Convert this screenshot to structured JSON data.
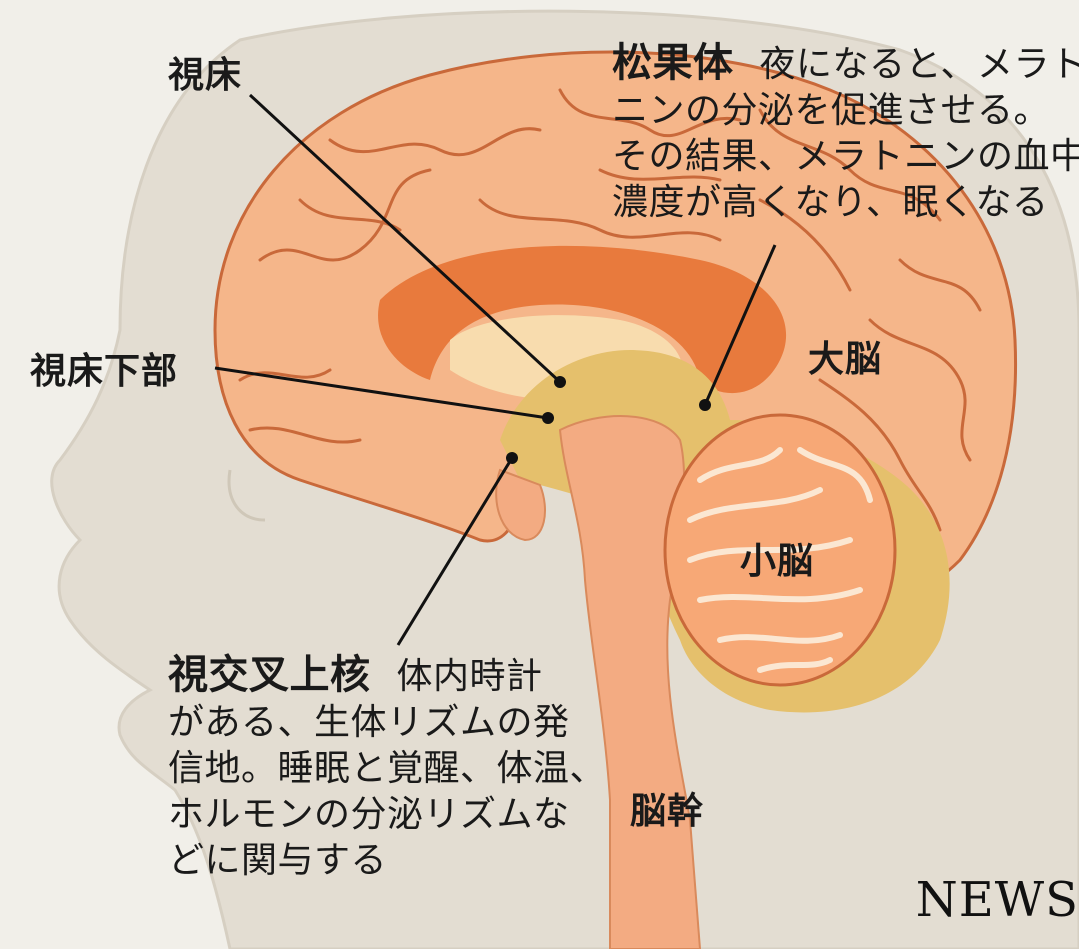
{
  "labels": {
    "thalamus": "視床",
    "hypothalamus": "視床下部",
    "cerebrum": "大脳",
    "cerebellum": "小脳",
    "brainstem": "脳幹"
  },
  "pineal": {
    "name": "松果体",
    "lines": [
      "夜になると、メラト",
      "ニンの分泌を促進させる。",
      "その結果、メラトニンの血中",
      "濃度が高くなり、眠くなる"
    ]
  },
  "scn": {
    "name": "視交叉上核",
    "lines": [
      "体内時計",
      "がある、生体リズムの発",
      "信地。睡眠と覚醒、体温、",
      "ホルモンの分泌リズムな",
      "どに関与する"
    ]
  },
  "watermark": "NEWS",
  "colors": {
    "background": "#f1efe9",
    "head": "#e3ddd2",
    "cerebrum": "#f5b68a",
    "cerebrum_gyri": "#c9693a",
    "corpus_callosum": "#e87a3d",
    "deep_structure": "#e5c06c",
    "brainstem": "#f3ab82",
    "cerebellum_fill": "#fbe7d2"
  }
}
